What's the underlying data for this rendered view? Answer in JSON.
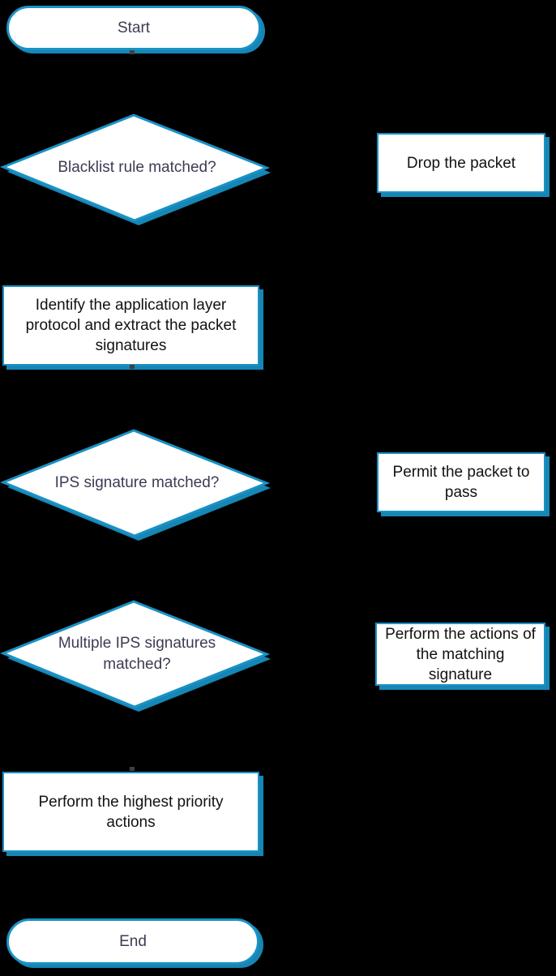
{
  "diagram": {
    "type": "flowchart",
    "background": "#000000",
    "colors": {
      "shape_fill": "#ffffff",
      "shape_border": "#1a92c4",
      "shape_shadow": "#1586b5",
      "terminal_text": "#3c3c55",
      "decision_text": "#3c3c55",
      "process_text": "#121212"
    },
    "nodes": {
      "start": {
        "type": "terminal",
        "label": "Start"
      },
      "d1": {
        "type": "decision",
        "label": "Blacklist rule matched?"
      },
      "drop": {
        "type": "process",
        "label": "Drop the packet"
      },
      "identify": {
        "type": "process",
        "label": "Identify the application layer protocol and extract the packet signatures"
      },
      "d2": {
        "type": "decision",
        "label": "IPS signature matched?"
      },
      "permit": {
        "type": "process",
        "label": "Permit the packet to pass"
      },
      "d3": {
        "type": "decision",
        "label": "Multiple IPS signatures matched?"
      },
      "actions": {
        "type": "process",
        "label": "Perform the actions of the matching signature"
      },
      "priority": {
        "type": "process",
        "label": "Perform the highest priority actions"
      },
      "end": {
        "type": "terminal",
        "label": "End"
      }
    }
  }
}
